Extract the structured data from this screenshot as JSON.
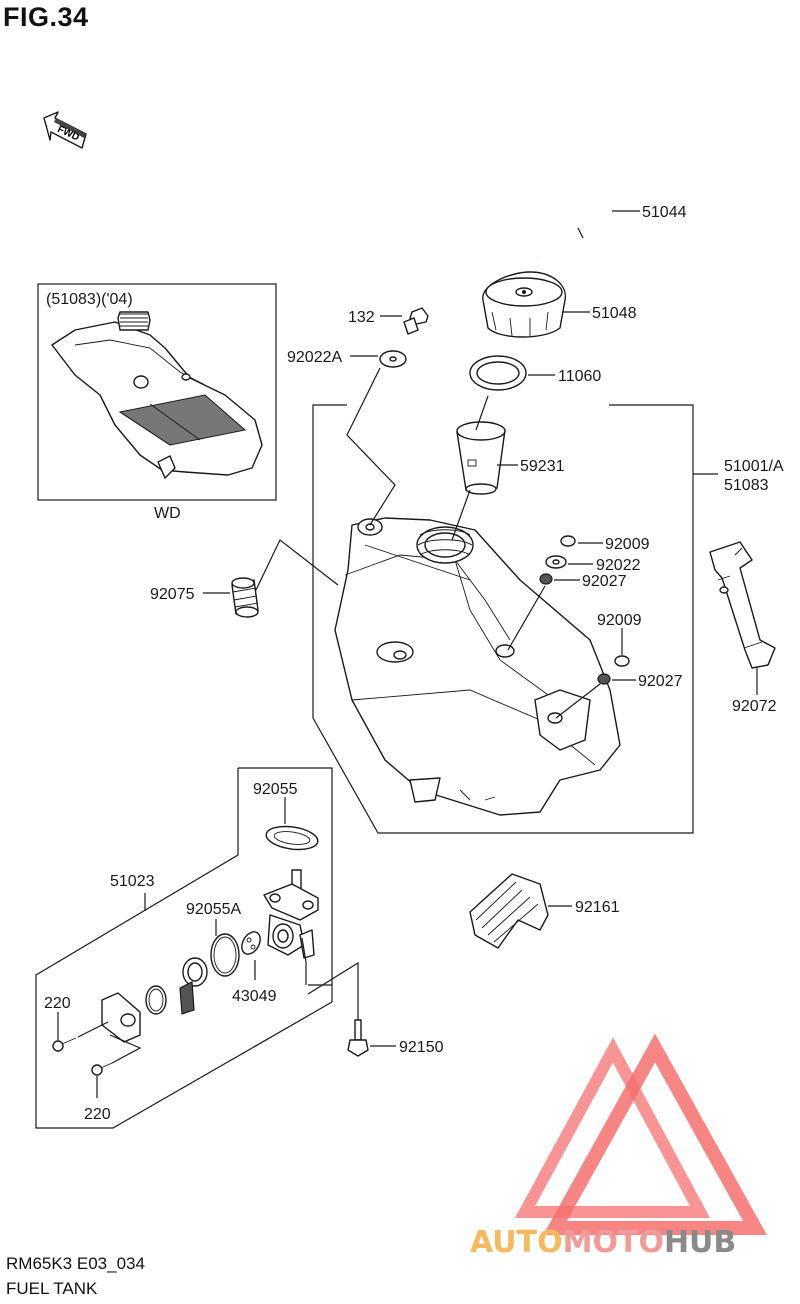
{
  "figure": {
    "title": "FIG.34",
    "model_code": "RM65K3 E03_034",
    "name": "FUEL TANK"
  },
  "fwd_label": "FWD",
  "inset": {
    "header": "(51083)('04)",
    "caption": "WD"
  },
  "parts": {
    "p51044": "51044",
    "p51048": "51048",
    "p132": "132",
    "p92022A": "92022A",
    "p11060": "11060",
    "p59231": "59231",
    "p51001A": "51001/A",
    "p51083": "51083",
    "p92009a": "92009",
    "p92022": "92022",
    "p92027a": "92027",
    "p92075": "92075",
    "p92009b": "92009",
    "p92027b": "92027",
    "p92072": "92072",
    "p92055": "92055",
    "p51023": "51023",
    "p92055A": "92055A",
    "p43049": "43049",
    "p220a": "220",
    "p220b": "220",
    "p92150": "92150",
    "p92161": "92161"
  },
  "watermark": {
    "text_part1": "AUTO",
    "text_part2": "MOTO",
    "text_part3": "HUB",
    "colors": {
      "auto": "#f6b95e",
      "moto": "#f29a98",
      "hub": "#8a8a8a",
      "triangle": "#f5706f"
    }
  }
}
